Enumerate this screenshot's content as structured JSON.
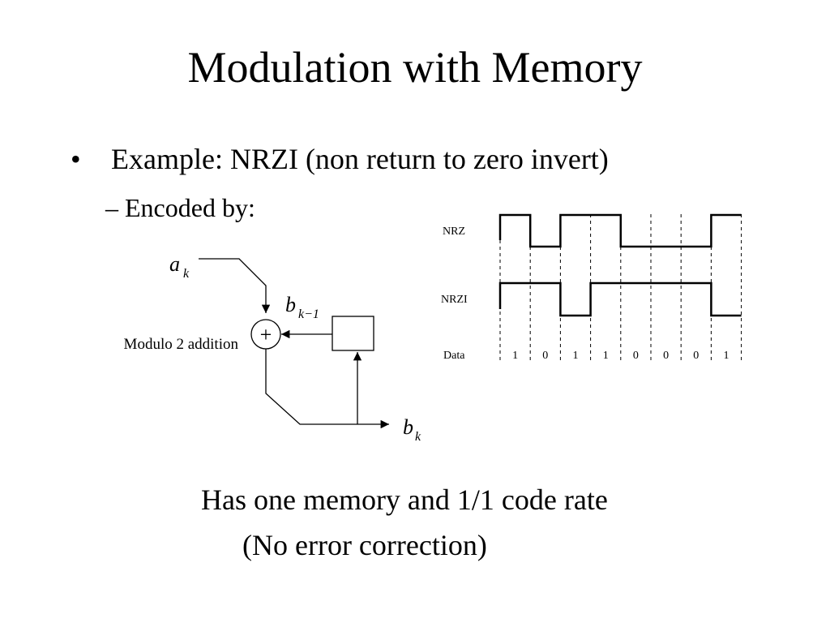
{
  "slide": {
    "title": "Modulation with Memory",
    "bullet_symbol": "•",
    "bullet_text": "Example: NRZI (non return to zero invert)",
    "sub_bullet": "– Encoded by:",
    "note_line1": "Has one memory and 1/1 code rate",
    "note_line2": "(No error correction)"
  },
  "encoder": {
    "input_label": "a",
    "input_sub": "k",
    "feedback_label": "b",
    "feedback_sub": "k−1",
    "output_label": "b",
    "output_sub": "k",
    "adder_symbol": "+",
    "adder_caption": "Modulo 2 addition"
  },
  "waveform": {
    "nrz_label": "NRZ",
    "nrzi_label": "NRZI",
    "data_label": "Data",
    "bits": [
      "1",
      "0",
      "1",
      "1",
      "0",
      "0",
      "0",
      "1"
    ],
    "nrz_levels": [
      1,
      0,
      1,
      1,
      0,
      0,
      0,
      1
    ],
    "nrzi_levels": [
      1,
      1,
      0,
      1,
      1,
      1,
      1,
      0
    ]
  }
}
